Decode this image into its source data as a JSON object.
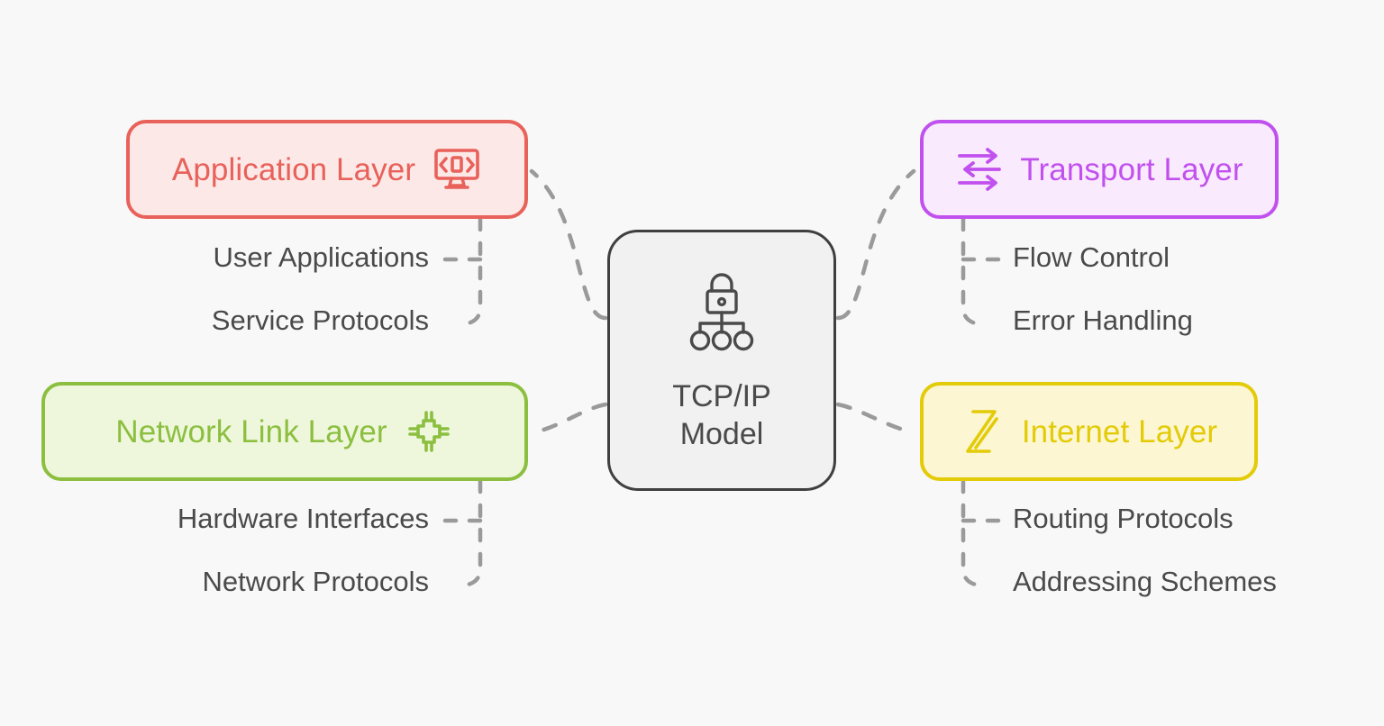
{
  "diagram": {
    "type": "mind-map",
    "background_color": "#F7F8F7",
    "center": {
      "title_line1": "TCP/IP",
      "title_line2": "Model",
      "icon": "secure-network-icon",
      "fill_color": "#F1F1F1",
      "border_color": "#3F3F3F",
      "text_color": "#4A4A4A"
    },
    "branches": [
      {
        "id": "application",
        "label": "Application Layer",
        "icon": "monitor-code-icon",
        "accent_color": "#E8615A",
        "fill_color": "#FCE9E7",
        "position": "top-left",
        "children": [
          "User Applications",
          "Service Protocols"
        ]
      },
      {
        "id": "transport",
        "label": "Transport Layer",
        "icon": "data-transfer-arrows-icon",
        "accent_color": "#C151EE",
        "fill_color": "#FAEAFD",
        "position": "top-right",
        "children": [
          "Flow Control",
          "Error Handling"
        ]
      },
      {
        "id": "networklink",
        "label": "Network Link Layer",
        "icon": "chip-icon",
        "accent_color": "#8CBF3F",
        "fill_color": "#EEF7DC",
        "position": "bottom-left",
        "children": [
          "Hardware Interfaces",
          "Network Protocols"
        ]
      },
      {
        "id": "internet",
        "label": "Internet Layer",
        "icon": "z-slash-icon",
        "accent_color": "#E3CB07",
        "fill_color": "#FCF6D3",
        "position": "bottom-right",
        "children": [
          "Routing Protocols",
          "Addressing Schemes"
        ]
      }
    ],
    "connector": {
      "style": "dashed",
      "color": "#9A9A9A"
    }
  }
}
